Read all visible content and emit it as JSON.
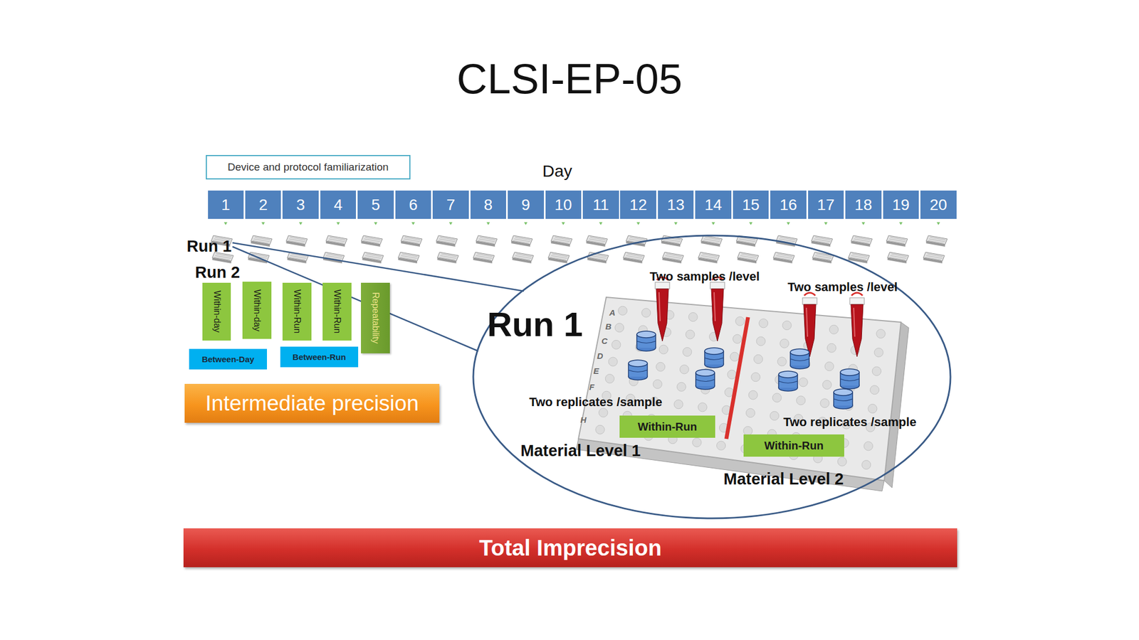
{
  "diagram": {
    "title": "CLSI-EP-05",
    "nodes": [
      {
        "text": [
          "Device and protocol familiarization"
        ]
      },
      {
        "text": [
          "1"
        ]
      },
      {
        "text": [
          "2"
        ]
      },
      {
        "text": [
          "3"
        ]
      },
      {
        "text": [
          "4"
        ]
      },
      {
        "text": [
          "5"
        ]
      },
      {
        "text": [
          "6"
        ]
      },
      {
        "text": [
          "7"
        ]
      },
      {
        "text": [
          "8"
        ]
      },
      {
        "text": [
          "9"
        ]
      },
      {
        "text": [
          "10"
        ]
      },
      {
        "text": [
          "11"
        ]
      },
      {
        "text": [
          "12"
        ]
      },
      {
        "text": [
          "13"
        ]
      },
      {
        "text": [
          "14"
        ]
      },
      {
        "text": [
          "15"
        ]
      },
      {
        "text": [
          "16"
        ]
      },
      {
        "text": [
          "17"
        ]
      },
      {
        "text": [
          "18"
        ]
      },
      {
        "text": [
          "19"
        ]
      },
      {
        "text": [
          "20"
        ]
      },
      {
        "text": [
          "Within-day"
        ]
      },
      {
        "text": [
          "Within-day"
        ]
      },
      {
        "text": [
          "Within-Run"
        ]
      },
      {
        "text": [
          "Within-Run"
        ]
      },
      {
        "text": [
          "Repeatability"
        ]
      },
      {
        "text": [
          "Between-Day"
        ]
      },
      {
        "text": [
          "Between-Run"
        ]
      },
      {
        "text": [
          "Intermediate precision"
        ]
      },
      {
        "text": [
          "Run 1"
        ]
      },
      {
        "text": [
          "Within-Run"
        ],
        "in": 29
      },
      {
        "text": [
          "Within-Run"
        ],
        "in": 29
      },
      {
        "text": [
          "Total Imprecision"
        ]
      }
    ],
    "labels": [
      "Day",
      "Run 1",
      "Run 2",
      "Two samples /level",
      "Two samples /level",
      "Two replicates /sample",
      "Two replicates /sample",
      "Material Level 1",
      "Material Level 2",
      "A",
      "B",
      "C",
      "D",
      "E",
      "F",
      "H"
    ]
  }
}
